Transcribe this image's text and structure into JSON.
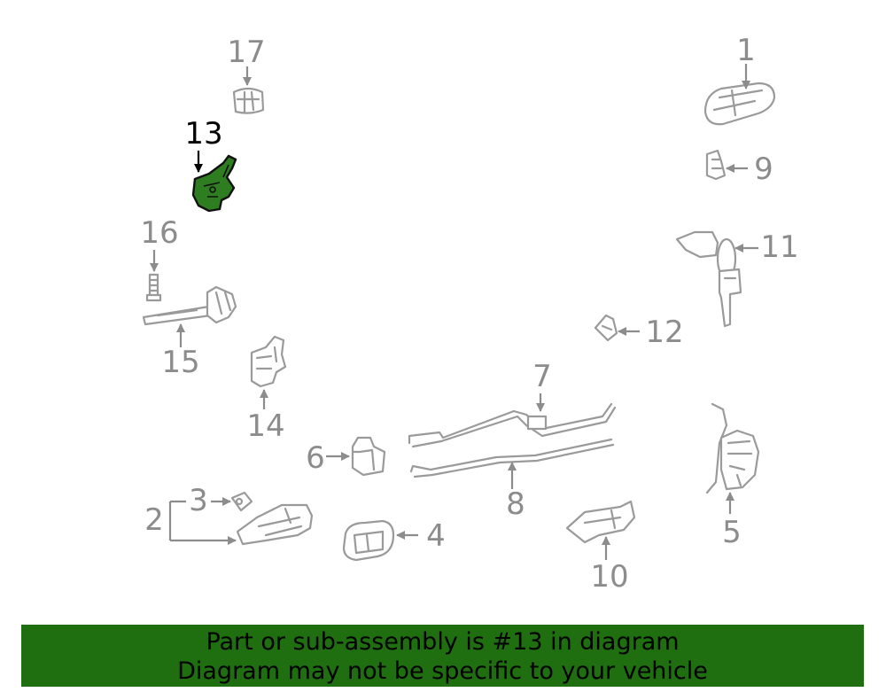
{
  "callouts": {
    "n1": "1",
    "n2": "2",
    "n3": "3",
    "n4": "4",
    "n5": "5",
    "n6": "6",
    "n7": "7",
    "n8": "8",
    "n9": "9",
    "n10": "10",
    "n11": "11",
    "n12": "12",
    "n13": "13",
    "n14": "14",
    "n15": "15",
    "n16": "16",
    "n17": "17"
  },
  "highlight": {
    "part": "13",
    "color": "#2e7d20"
  },
  "banner": {
    "line1": "Part or sub-assembly is #13 in diagram",
    "line2": "Diagram may not be specific to your vehicle",
    "background": "#1f6e10"
  }
}
